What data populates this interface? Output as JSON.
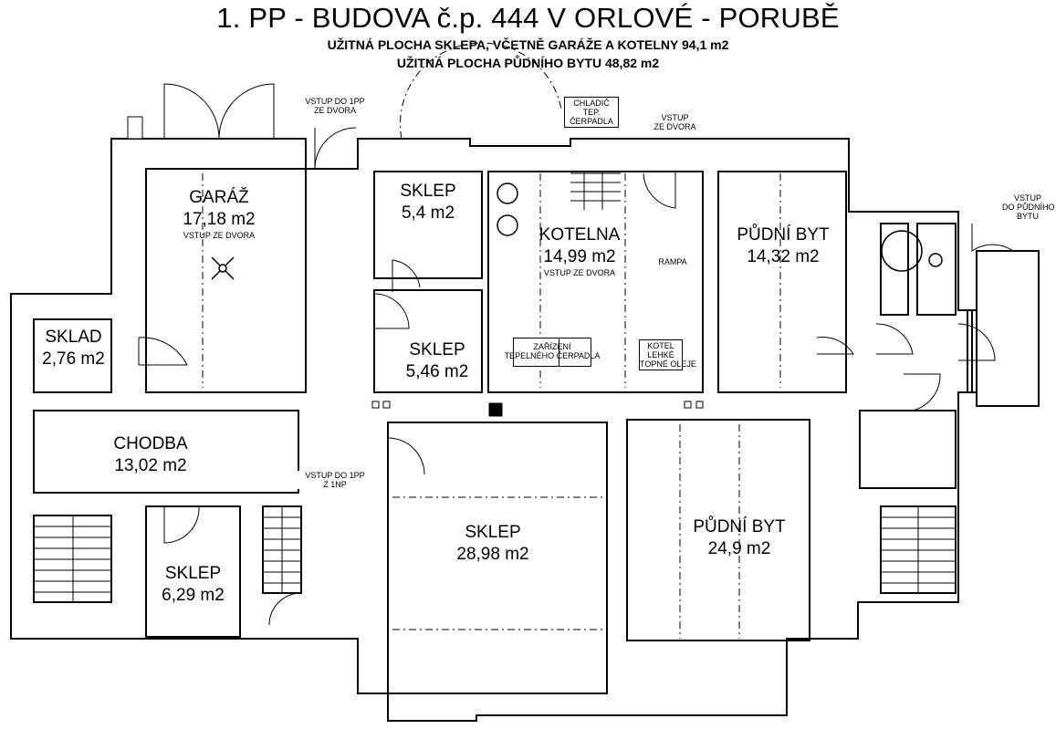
{
  "title": "1. PP - BUDOVA č.p. 444 V ORLOVÉ - PORUBĚ",
  "subtitle1": "UŽITNÁ PLOCHA SKLEPA, VČETNĚ GARÁŽE A KOTELNY  94,1 m2",
  "subtitle2": "UŽITNÁ PLOCHA PŮDNÍHO BYTU 48,82 m2",
  "rooms": {
    "garaz": {
      "name": "GARÁŽ",
      "area": "17,18 m2",
      "note": "VSTUP ZE DVORA"
    },
    "sklad": {
      "name": "SKLAD",
      "area": "2,76 m2"
    },
    "chodba": {
      "name": "CHODBA",
      "area": "13,02 m2"
    },
    "sklep1": {
      "name": "SKLEP",
      "area": "5,4 m2"
    },
    "sklep2": {
      "name": "SKLEP",
      "area": "5,46 m2"
    },
    "sklep3": {
      "name": "SKLEP",
      "area": "6,29 m2"
    },
    "sklep4": {
      "name": "SKLEP",
      "area": "28,98 m2"
    },
    "kotelna": {
      "name": "KOTELNA",
      "area": "14,99 m2",
      "note": "VSTUP ZE DVORA"
    },
    "byt1": {
      "name": "PŮDNÍ BYT",
      "area": "14,32 m2"
    },
    "byt2": {
      "name": "PŮDNÍ BYT",
      "area": "24,9 m2"
    }
  },
  "labels": {
    "vstup_1pp_dvora_l1": "VSTUP DO 1PP",
    "vstup_1pp_dvora_l2": "ZE DVORA",
    "chladic_l1": "CHLADIČ",
    "chladic_l2": "TEP.",
    "chladic_l3": "ČERPADLA",
    "vstup_dvora_l1": "VSTUP",
    "vstup_dvora_l2": "ZE DVORA",
    "vstup_byt_l1": "VSTUP",
    "vstup_byt_l2": "DO PŮDNÍHO",
    "vstup_byt_l3": "BYTU",
    "rampa": "RAMPA",
    "zarizeni_l1": "ZAŘÍZENÍ",
    "zarizeni_l2": "TEPELNÉHO ČERPADLA",
    "kotel_l1": "KOTEL",
    "kotel_l2": "LEHKÉ",
    "kotel_l3": "TOPNÉ OLEJE",
    "vstup_1np_l1": "VSTUP DO 1PP",
    "vstup_1np_l2": "Z 1NP"
  }
}
